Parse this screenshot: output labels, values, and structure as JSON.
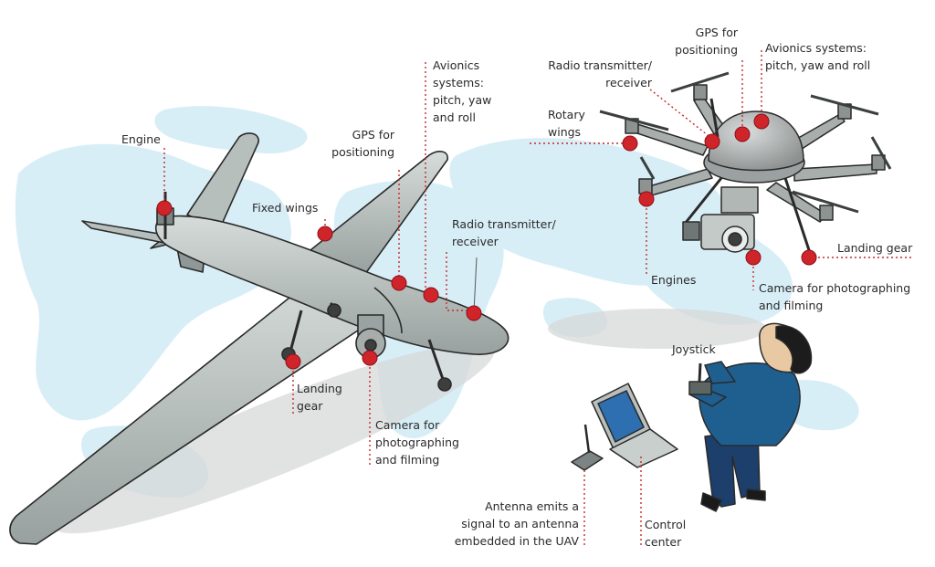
{
  "colors": {
    "map": "#d8eef7",
    "leader": "#c62828",
    "marker": "#d0242b",
    "metal_light": "#c4ccc9",
    "metal_mid": "#9aa3a1",
    "metal_dark": "#5e6664",
    "shirt": "#1f5f8f",
    "trousers": "#1c3f6b",
    "hair": "#1c1c1c",
    "skin": "#e9c9a4",
    "screen": "#2d6fb0"
  },
  "uav": {
    "labels": {
      "engine": "Engine",
      "fixed_wings": "Fixed wings",
      "gps": "GPS for\npositioning",
      "avionics": "Avionics\nsystems:\npitch, yaw\nand roll",
      "radio": "Radio transmitter/\nreceiver",
      "landing_gear": "Landing\ngear",
      "camera": "Camera for\nphotographing\nand filming"
    }
  },
  "multicopter": {
    "labels": {
      "gps": "GPS for\npositioning",
      "avionics": "Avionics systems:\npitch, yaw and roll",
      "radio": "Radio transmitter/\nreceiver",
      "rotary_wings": "Rotary\nwings",
      "engines": "Engines",
      "landing_gear": "Landing gear",
      "camera": "Camera for photographing\nand filming"
    }
  },
  "ground": {
    "labels": {
      "joystick": "Joystick",
      "antenna": "Antenna emits a\nsignal to an antenna\nembedded in the UAV",
      "control_center": "Control\ncenter"
    }
  }
}
